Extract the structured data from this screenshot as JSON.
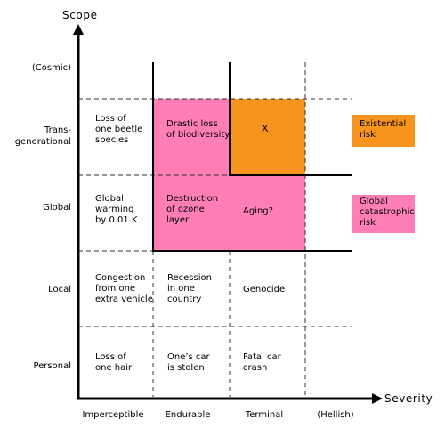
{
  "axes": {
    "y_title": "Scope",
    "x_title": "Severity"
  },
  "rows": [
    "(Cosmic)",
    "Trans-\ngenerational",
    "Global",
    "Local",
    "Personal"
  ],
  "columns": [
    "Imperceptible",
    "Endurable",
    "Terminal",
    "(Hellish)"
  ],
  "cells": {
    "trans_imperceptible": "Loss of\none beetle\nspecies",
    "trans_endurable": "Drastic loss\nof biodiversity",
    "trans_terminal": "X",
    "global_imperceptible": "Global\nwarming\nby 0.01 K",
    "global_endurable": "Destruction\nof ozone\nlayer",
    "global_terminal": "Aging?",
    "local_imperceptible": "Congestion\nfrom one\nextra vehicle",
    "local_endurable": "Recession\nin one\ncountry",
    "local_terminal": "Genocide",
    "personal_imperceptible": "Loss of\none hair",
    "personal_endurable": "One’s car\nis stolen",
    "personal_terminal": "Fatal car\ncrash"
  },
  "legend": {
    "existential": "Existential\nrisk",
    "global_catastrophic": "Global\ncatastrophic\nrisk"
  },
  "colors": {
    "existential": "#f7941d",
    "global_catastrophic": "#ff7eb6"
  }
}
